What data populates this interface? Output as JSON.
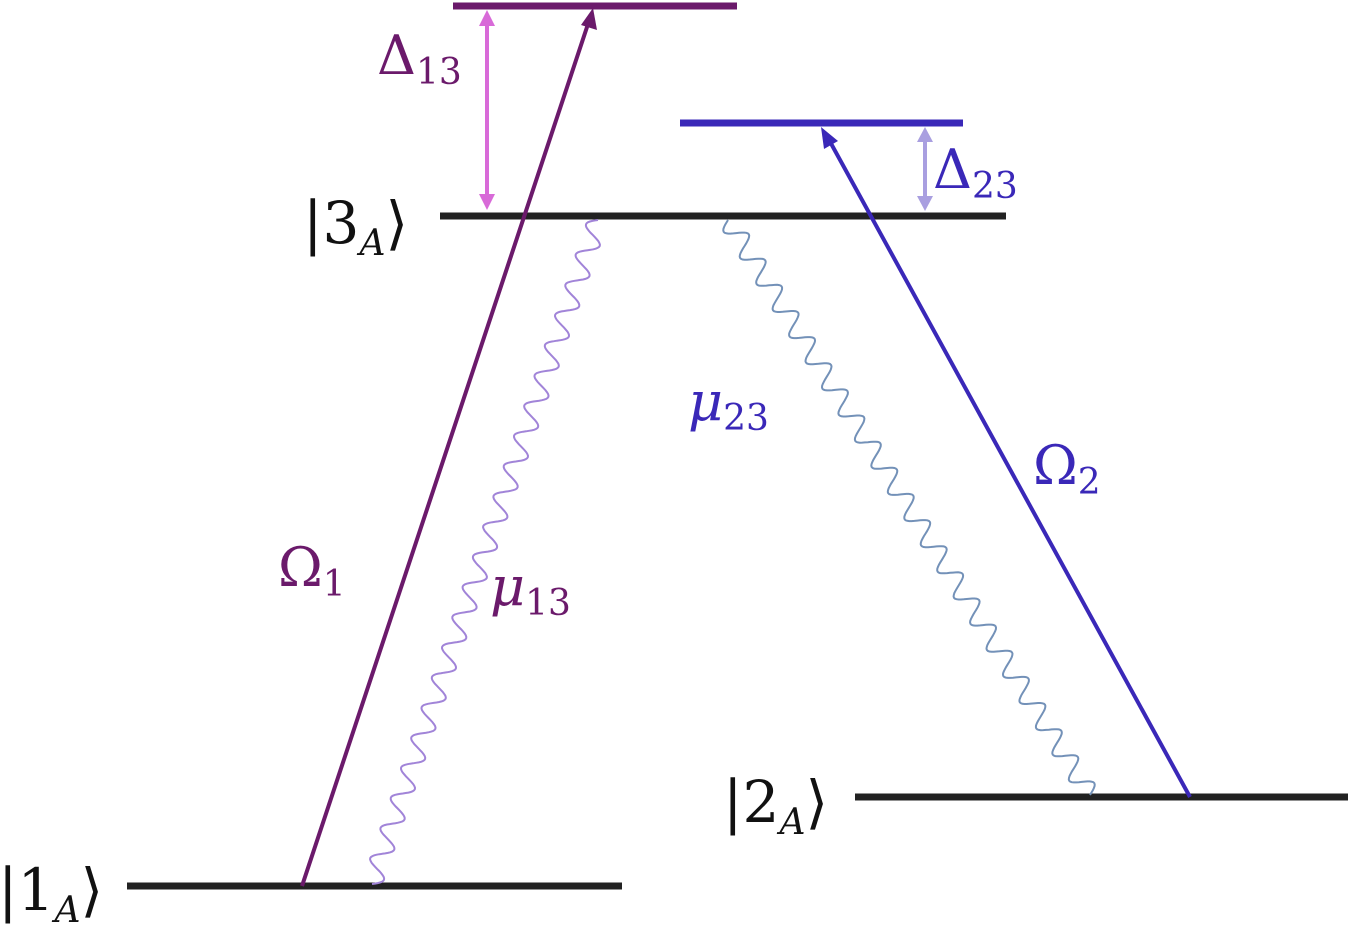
{
  "labels": {
    "state3": {
      "main": "|3",
      "sub": "A",
      "close": "⟩"
    },
    "state2": {
      "main": "|2",
      "sub": "A",
      "close": "⟩"
    },
    "state1": {
      "main": "|1",
      "sub": "A",
      "close": "⟩"
    },
    "omega1": {
      "main": "Ω",
      "sub": "1"
    },
    "omega2": {
      "main": "Ω",
      "sub": "2"
    },
    "mu13": {
      "main": "μ",
      "sub": "13"
    },
    "mu23": {
      "main": "μ",
      "sub": "23"
    },
    "delta13": {
      "main": "Δ",
      "sub": "13"
    },
    "delta23": {
      "main": "Δ",
      "sub": "23"
    }
  },
  "colors": {
    "level": "#222222",
    "purple": "#6b1a6b",
    "blue": "#3a28b8",
    "delta13": "#d86ad8",
    "delta23": "#a99fe0",
    "mu13_wave": "#a184d8",
    "mu23_wave": "#7391b8"
  }
}
